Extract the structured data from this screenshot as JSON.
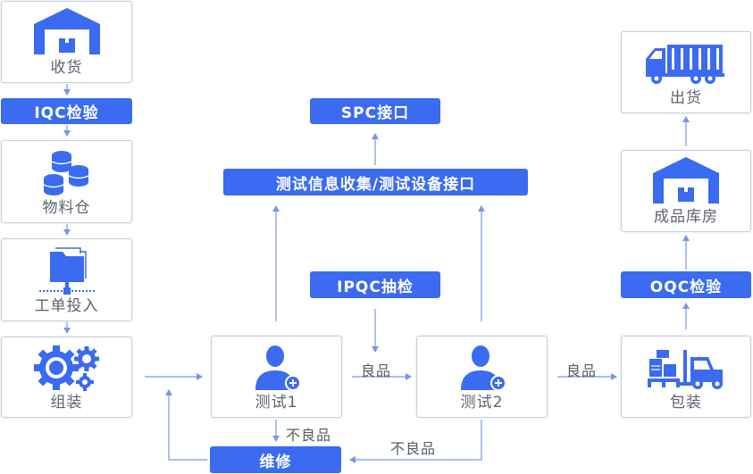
{
  "colors": {
    "accent": "#3a6bf0",
    "arrow": "#7b94e8",
    "border": "#c9cfe0",
    "text": "#5c6270"
  },
  "nodes": {
    "receiving": {
      "label": "收货",
      "icon": "warehouse-icon"
    },
    "material_warehouse": {
      "label": "物料仓",
      "icon": "database-icon"
    },
    "work_order_input": {
      "label": "工单投入",
      "icon": "folder-network-icon"
    },
    "assembly": {
      "label": "组装",
      "icon": "gears-icon"
    },
    "test1": {
      "label": "测试1",
      "icon": "user-add-icon"
    },
    "test2": {
      "label": "测试2",
      "icon": "user-add-icon"
    },
    "packing": {
      "label": "包装",
      "icon": "forklift-icon"
    },
    "finished_goods_warehouse": {
      "label": "成品库房",
      "icon": "warehouse-icon"
    },
    "shipping": {
      "label": "出货",
      "icon": "truck-icon"
    }
  },
  "bars": {
    "iqc": "IQC检验",
    "spc": "SPC接口",
    "test_info": "测试信息收集/测试设备接口",
    "ipqc": "IPQC抽检",
    "oqc": "OQC检验",
    "repair": "维修"
  },
  "edge_labels": {
    "good_1": "良品",
    "good_2": "良品",
    "defect_1": "不良品",
    "defect_2": "不良品"
  }
}
